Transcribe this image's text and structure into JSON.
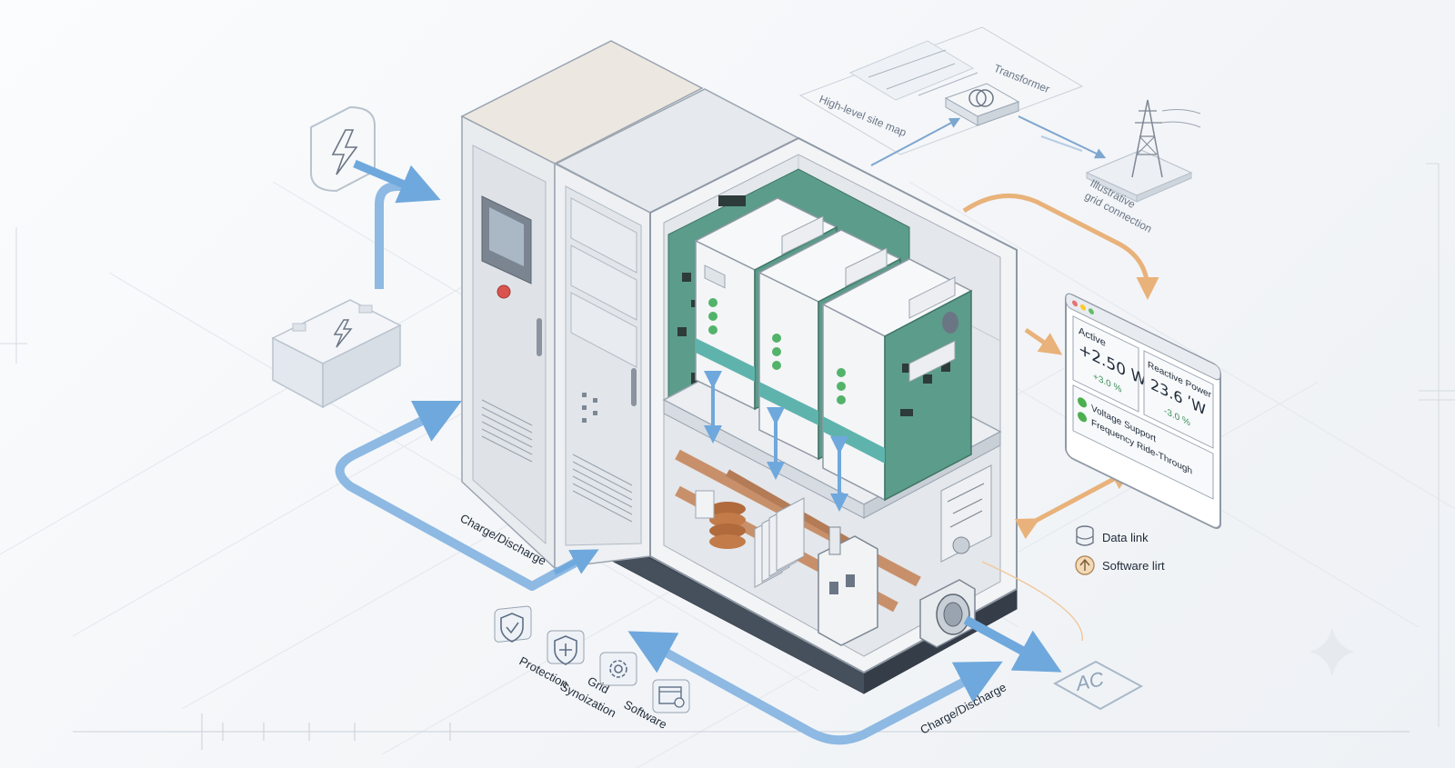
{
  "site_map": {
    "map_label": "High-level site map",
    "transformer_label": "Transformer",
    "grid_label_line1": "Illustrative",
    "grid_label_line2": "grid connection"
  },
  "dashboard": {
    "active_title": "Active",
    "active_value": "+2.50 W",
    "active_delta": "+3.0 %",
    "reactive_title": "Reactive Power",
    "reactive_value": "23.6 ʹW",
    "reactive_delta": "-3.0 %",
    "status_items": [
      "Voltage Support",
      "Frequency Ride-Through"
    ]
  },
  "legend": {
    "data_link": "Data link",
    "software": "Software lirt"
  },
  "flows": {
    "charge_left": "Charge/Discharge",
    "charge_bottom": "Charge/Discharge",
    "ac_label": "AC"
  },
  "features": {
    "protection": "Protection",
    "grid_line1": "Grid",
    "grid_line2": "Synoization",
    "software": "Software"
  },
  "colors": {
    "flow_blue": "#6fa8dc",
    "data_orange": "#e8b27a",
    "pcb_green": "#4f9a88",
    "teal_band": "#5fb3ad",
    "busbar_copper": "#c8906a",
    "status_green": "#4caf50"
  }
}
